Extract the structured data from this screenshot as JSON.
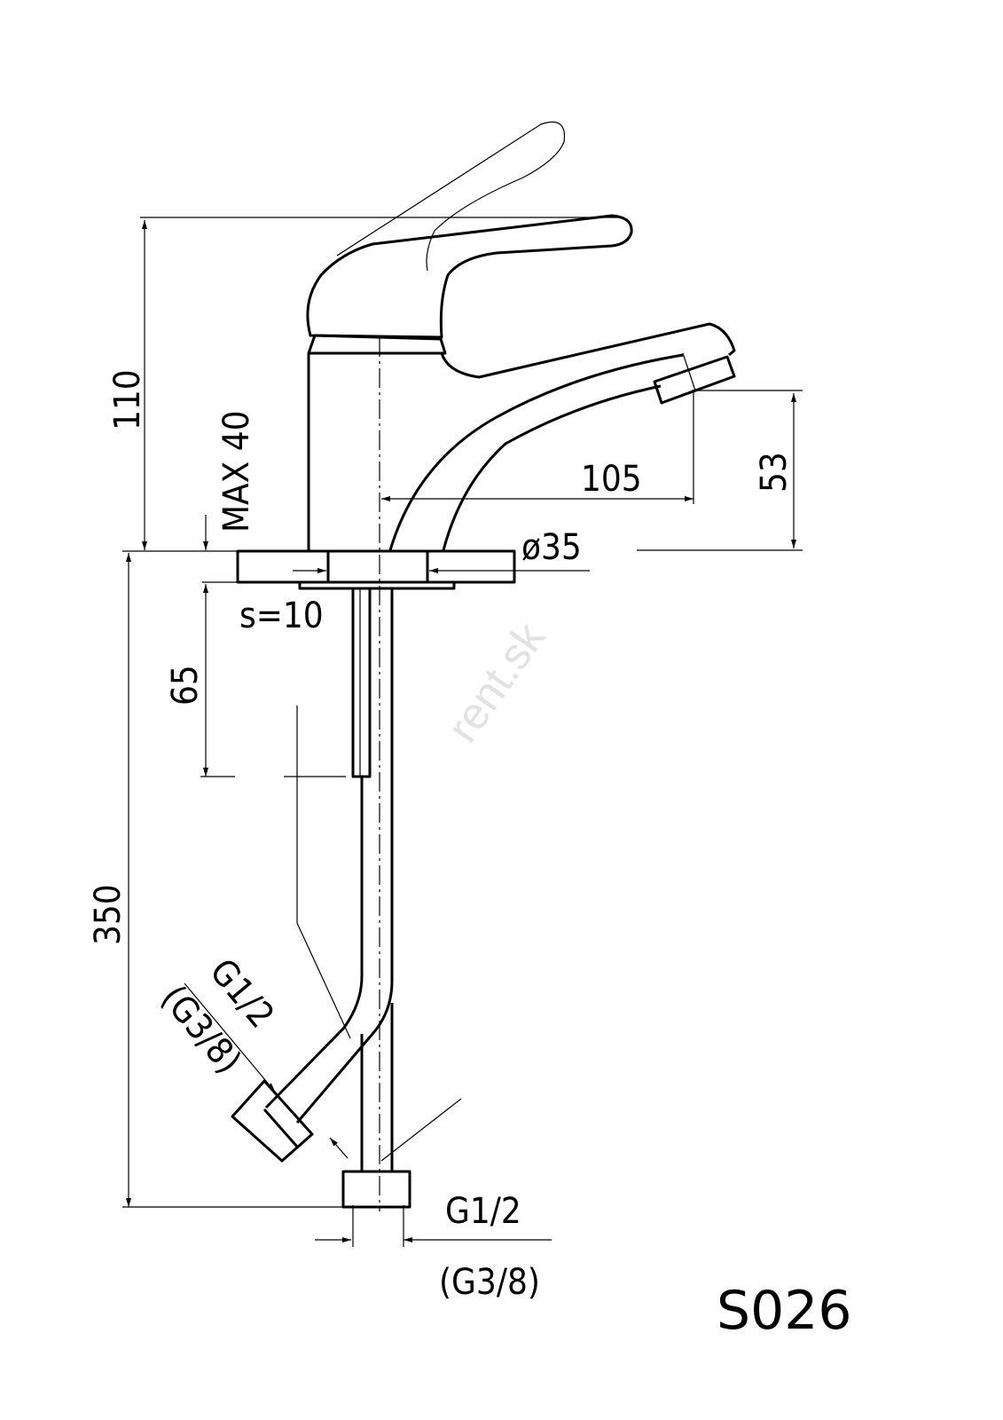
{
  "drawing": {
    "model": "S026",
    "watermark": "rent.sk",
    "dimensions": {
      "total_height": "110",
      "max_deck": "MAX 40",
      "spout_reach": "105",
      "spout_height": "53",
      "hole_diameter": "ø35",
      "deck_thickness": "s=10",
      "tail_length": "65",
      "hose_length": "350",
      "side_connection": "G1/2",
      "side_connection_alt": "(G3/8)",
      "bottom_connection": "G1/2",
      "bottom_connection_alt": "(G3/8)"
    }
  }
}
